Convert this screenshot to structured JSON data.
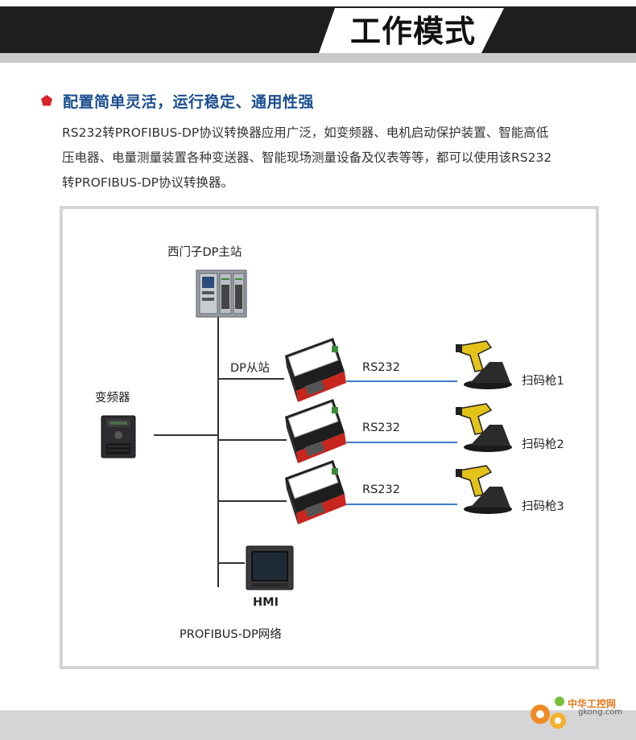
{
  "header": {
    "title": "工作模式"
  },
  "section": {
    "heading": "配置简单灵活，运行稳定、通用性强",
    "description_lines": [
      "RS232转PROFIBUS-DP协议转换器应用广泛，如变频器、电机启动保护装置、智能高低",
      "压电器、电量测量装置各种变送器、智能现场测量设备及仪表等等，都可以使用该RS232",
      "转PROFIBUS-DP协议转换器。"
    ]
  },
  "diagram": {
    "master_label": "西门子DP主站",
    "inverter_label": "变频器",
    "slave_label": "DP从站",
    "rs232_labels": [
      "RS232",
      "RS232",
      "RS232"
    ],
    "scanner_labels": [
      "扫码枪1",
      "扫码枪2",
      "扫码枪3"
    ],
    "hmi_label": "HMI",
    "network_label": "PROFIBUS-DP网络"
  },
  "watermark": {
    "site_name": "中华工控网",
    "site_url": "gkong.com"
  },
  "colors": {
    "header_dark": "#1e1e1e",
    "header_gray": "#c9c9cc",
    "heading_blue": "#1a4e8f",
    "bullet_red": "#d9222a",
    "rs232_line": "#3d7cc9",
    "bus_line": "#333333",
    "converter_red": "#c8251f"
  }
}
